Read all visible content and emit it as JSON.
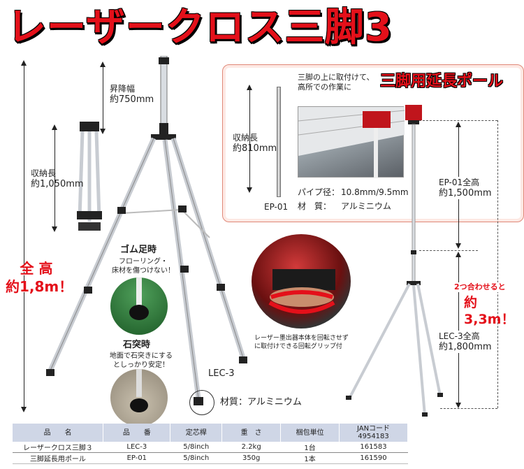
{
  "title": "レーザークロス三脚3",
  "left": {
    "lift_label": "昇降幅",
    "lift_value": "約750mm",
    "storage_label": "収納長",
    "storage_value": "約1,050mm",
    "total_label": "全 高",
    "total_value": "約1,8m！",
    "rubber_title": "ゴム足時",
    "rubber_desc": "フローリング・\n床材を傷つけない！",
    "spike_title": "石突時",
    "spike_desc": "地面で石突きにする\nとしっかり安定！",
    "model": "LEC-3",
    "material": "材質：アルミニウム"
  },
  "panel": {
    "intro": "三脚の上に取付けて、\n高所での作業に",
    "badge": "三脚用延長ポール",
    "storage_label": "収納長",
    "storage_value": "約810mm",
    "model": "EP-01",
    "pipe_label": "パイプ径：",
    "pipe_value": "10.8mm/9.5mm",
    "material_label": "材　質：",
    "material_value": "アルミニウム"
  },
  "grip_caption": "レーザー墨出器本体を回転させず\nに取付けできる回転グリップ付",
  "right": {
    "ep_label": "EP-01全高",
    "ep_value": "約1,500mm",
    "combo_line1": "2つ合わせると",
    "combo_line2": "約3,3m！",
    "lec_label": "LEC-3全高",
    "lec_value": "約1,800mm"
  },
  "table": {
    "headers": [
      "品　　名",
      "品　　番",
      "定芯桿",
      "重　さ",
      "梱包単位",
      "JANコード\n4954183"
    ],
    "rows": [
      [
        "レーザークロス三脚３",
        "LEC-3",
        "5/8inch",
        "2.2kg",
        "1台",
        "161583"
      ],
      [
        "三脚延長用ポール",
        "EP-01",
        "5/8inch",
        "350g",
        "1本",
        "161590"
      ]
    ]
  },
  "colors": {
    "accent_red": "#e4101a",
    "table_header": "#cfd6e6",
    "panel_border": "#e08878"
  }
}
